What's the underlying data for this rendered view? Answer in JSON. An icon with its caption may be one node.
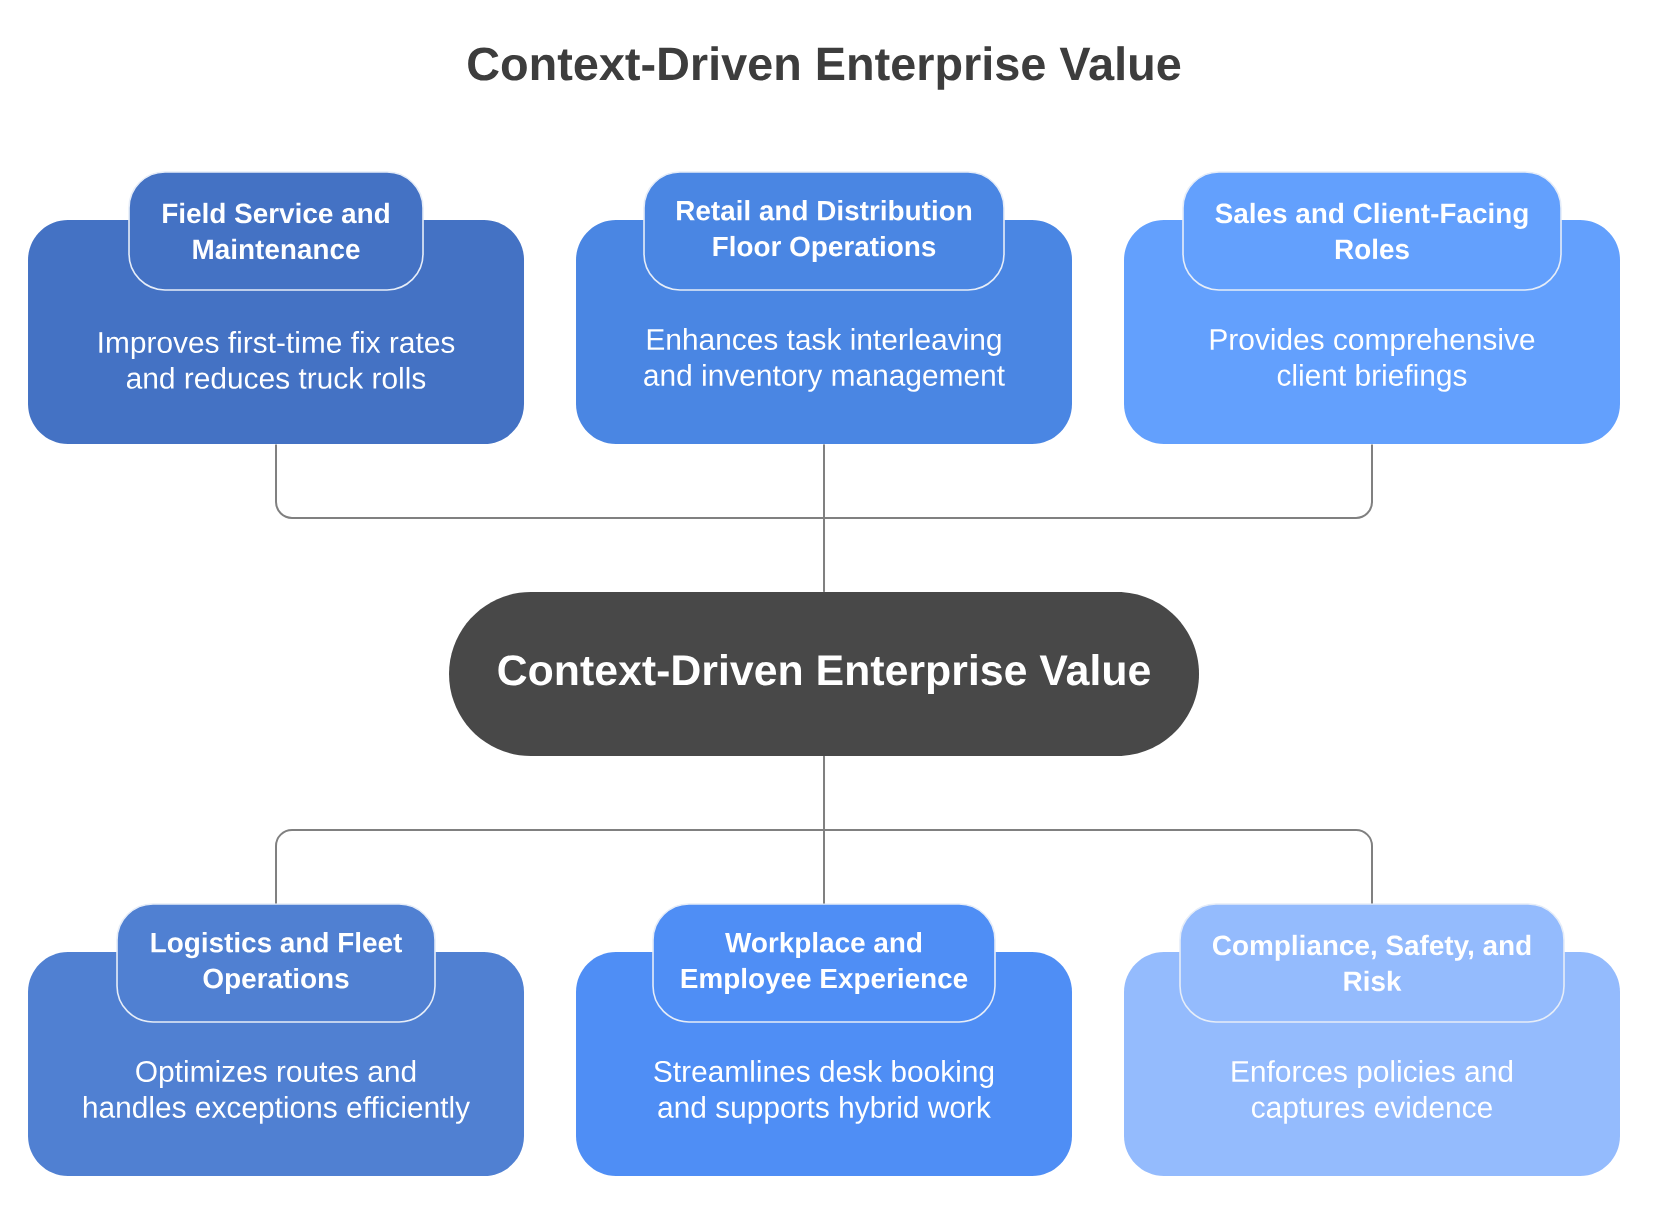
{
  "diagram": {
    "title": "Context-Driven Enterprise Value",
    "nodes": [
      {
        "text": [
          "Field Service and Maintenance",
          "Improves first-time fix rates and reduces truck rolls"
        ]
      },
      {
        "text": [
          "Retail and Distribution Floor Operations",
          "Enhances task interleaving and inventory management"
        ]
      },
      {
        "text": [
          "Sales and Client-Facing Roles",
          "Provides comprehensive client briefings"
        ]
      },
      {
        "text": [
          "Context-Driven Enterprise Value"
        ]
      },
      {
        "text": [
          "Logistics and Fleet Operations",
          "Optimizes routes and handles exceptions efficiently"
        ]
      },
      {
        "text": [
          "Workplace and Employee Experience",
          "Streamlines desk booking and supports hybrid work"
        ]
      },
      {
        "text": [
          "Compliance, Safety, and Risk",
          "Enforces policies and captures evidence"
        ]
      }
    ],
    "edges": [
      {
        "from": 3,
        "to": 0,
        "arrow": "none"
      },
      {
        "from": 3,
        "to": 1,
        "arrow": "none"
      },
      {
        "from": 3,
        "to": 2,
        "arrow": "none"
      },
      {
        "from": 3,
        "to": 4,
        "arrow": "none"
      },
      {
        "from": 3,
        "to": 5,
        "arrow": "none"
      },
      {
        "from": 3,
        "to": 6,
        "arrow": "none"
      }
    ]
  }
}
